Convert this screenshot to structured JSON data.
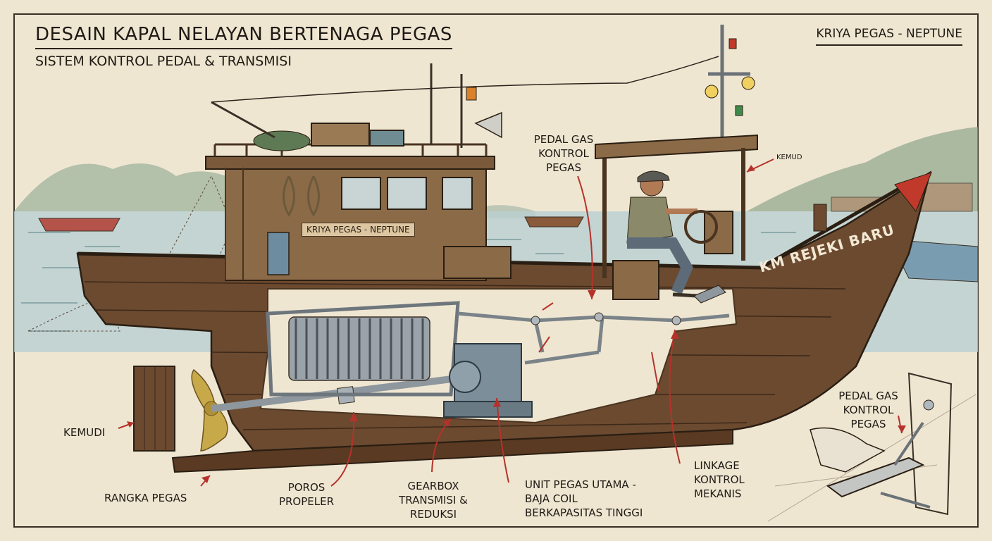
{
  "header": {
    "title": "DESAIN KAPAL NELAYAN BERTENAGA PEGAS",
    "subtitle": "SISTEM KONTROL PEDAL & TRANSMISI",
    "brand": "KRIYA PEGAS - NEPTUNE"
  },
  "boat": {
    "cabin_sign": "KRIYA PEGAS - NEPTUNE",
    "hull_name": "KM REJEKI BARU"
  },
  "labels": {
    "pedal_main": "PEDAL GAS\nKONTROL\nPEGAS",
    "kemud": "KEMUD",
    "kemudi": "KEMUDI",
    "rangka_pegas": "RANGKA PEGAS",
    "poros": "POROS\nPROPELER",
    "gearbox": "GEARBOX\nTRANSMISI &\nREDUKSI",
    "unit_pegas": "UNIT PEGAS UTAMA -\nBAJA COIL\nBERKAPASITAS TINGGI",
    "linkage": "LINKAGE\nKONTROL\nMEKANIS",
    "pedal_detail": "PEDAL GAS\nKONTROL\nPEGAS"
  },
  "colors": {
    "paper": "#efe6d2",
    "wood": "#6b4a30",
    "wood_dark": "#4a3020",
    "water": "#b9cfd2",
    "steel": "#8e979d",
    "arrow": "#b5322a",
    "propeller": "#c8a94a"
  }
}
